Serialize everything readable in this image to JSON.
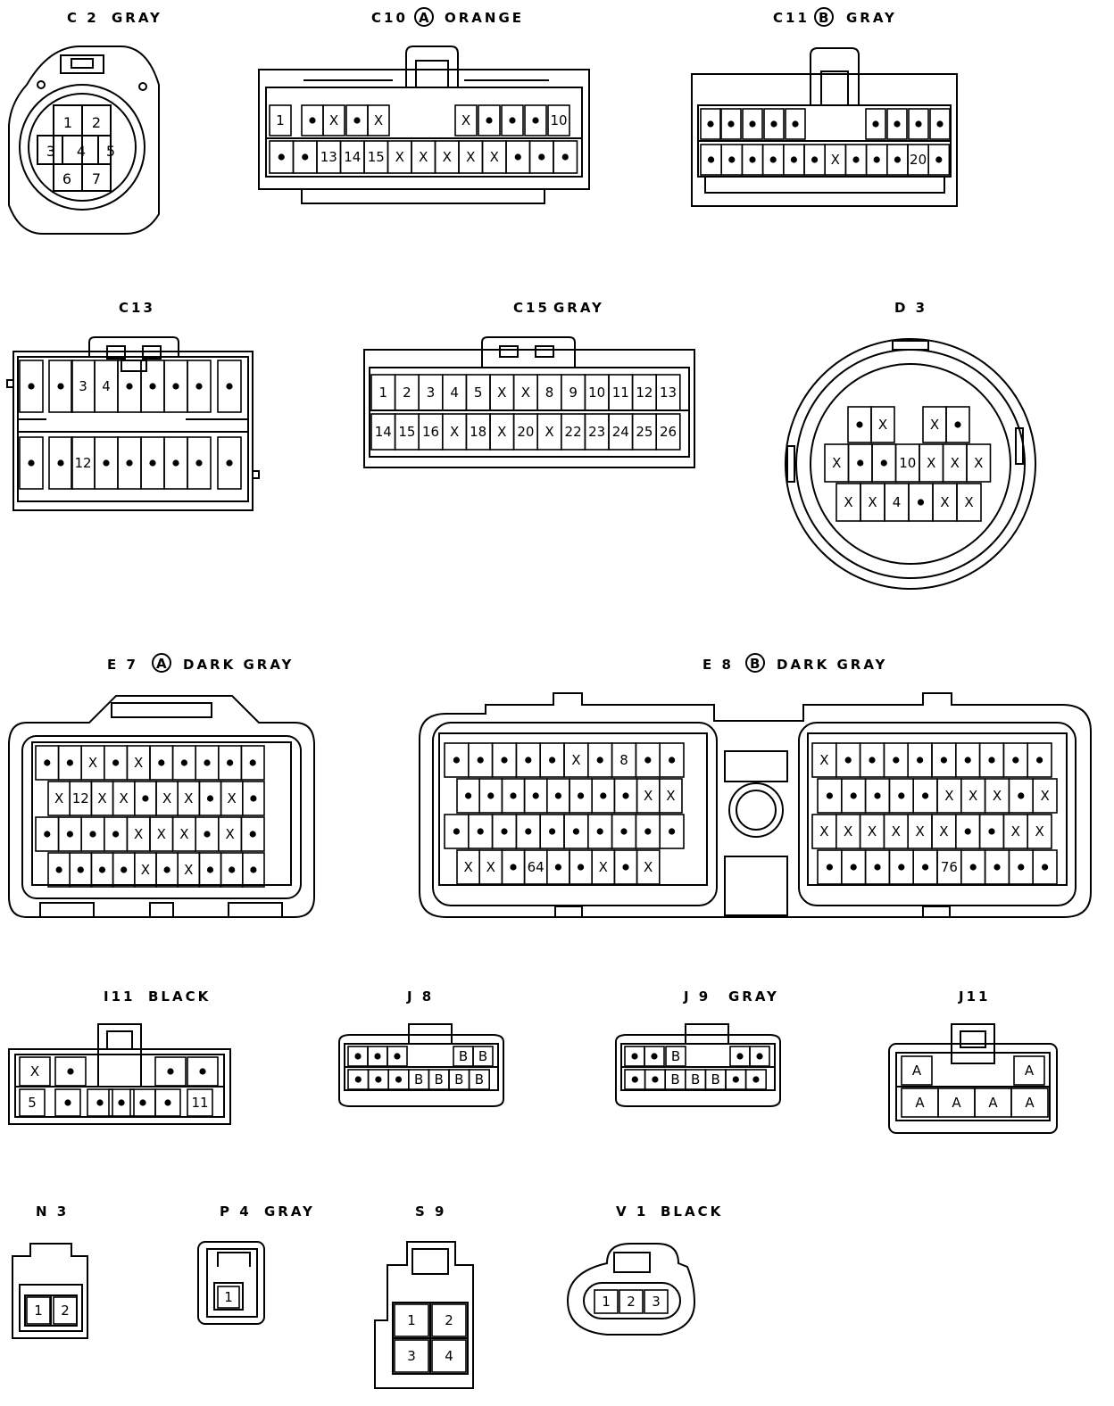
{
  "connectors": {
    "c2": {
      "code": "C 2",
      "color": "GRAY",
      "rows": [
        [
          "1",
          "2"
        ],
        [
          "3",
          "4",
          "5"
        ],
        [
          "6",
          "7"
        ]
      ]
    },
    "c10": {
      "code": "C10",
      "variant": "A",
      "color": "ORANGE",
      "row1": [
        "1",
        "•",
        "X",
        "•",
        "X",
        "X",
        "•",
        "•",
        "•",
        "10"
      ],
      "row2": [
        "•",
        "•",
        "13",
        "14",
        "15",
        "X",
        "X",
        "X",
        "X",
        "X",
        "•",
        "•",
        "•"
      ]
    },
    "c11": {
      "code": "C11",
      "variant": "B",
      "color": "GRAY",
      "row1": [
        "•",
        "•",
        "•",
        "•",
        "•",
        "•",
        "•",
        "•",
        "•"
      ],
      "row2": [
        "•",
        "•",
        "•",
        "•",
        "•",
        "•",
        "X",
        "•",
        "•",
        "•",
        "20",
        "•"
      ]
    },
    "c13": {
      "code": "C13",
      "color": "",
      "row1": [
        "•",
        "•",
        "3",
        "4",
        "•",
        "•",
        "•",
        "•",
        "•"
      ],
      "row2": [
        "•",
        "•",
        "12",
        "•",
        "•",
        "•",
        "•",
        "•",
        "•"
      ]
    },
    "c15": {
      "code": "C15",
      "color": "GRAY",
      "row1": [
        "1",
        "2",
        "3",
        "4",
        "5",
        "X",
        "X",
        "8",
        "9",
        "10",
        "11",
        "12",
        "13"
      ],
      "row2": [
        "14",
        "15",
        "16",
        "X",
        "18",
        "X",
        "20",
        "X",
        "22",
        "23",
        "24",
        "25",
        "26"
      ]
    },
    "d3": {
      "code": "D 3",
      "color": "",
      "row1": [
        "•",
        "X",
        "X",
        "•"
      ],
      "row2": [
        "X",
        "•",
        "•",
        "10",
        "X",
        "X",
        "X"
      ],
      "row3": [
        "X",
        "X",
        "4",
        "•",
        "X",
        "X"
      ]
    },
    "e7": {
      "code": "E 7",
      "variant": "A",
      "color": "DARK GRAY",
      "rows": [
        [
          "•",
          "•",
          "X",
          "•",
          "X",
          "•",
          "•",
          "•",
          "•",
          "•"
        ],
        [
          "X",
          "12",
          "X",
          "X",
          "•",
          "X",
          "X",
          "•",
          "X",
          "•"
        ],
        [
          "•",
          "•",
          "•",
          "•",
          "X",
          "X",
          "X",
          "•",
          "X",
          "•"
        ],
        [
          "•",
          "•",
          "•",
          "•",
          "X",
          "•",
          "X",
          "•",
          "•",
          "•"
        ]
      ]
    },
    "e8": {
      "code": "E 8",
      "variant": "B",
      "color": "DARK GRAY",
      "left": [
        [
          "•",
          "•",
          "•",
          "•",
          "•",
          "X",
          "•",
          "8",
          "•",
          "•"
        ],
        [
          "•",
          "•",
          "•",
          "•",
          "•",
          "•",
          "•",
          "•",
          "X",
          "X"
        ],
        [
          "•",
          "•",
          "•",
          "•",
          "•",
          "•",
          "•",
          "•",
          "•",
          "•"
        ],
        [
          "X",
          "X",
          "•",
          "64",
          "•",
          "•",
          "X",
          "•",
          "X"
        ]
      ],
      "right": [
        [
          "X",
          "•",
          "•",
          "•",
          "•",
          "•",
          "•",
          "•",
          "•",
          "•"
        ],
        [
          "•",
          "•",
          "•",
          "•",
          "•",
          "X",
          "X",
          "X",
          "•",
          "X"
        ],
        [
          "X",
          "X",
          "X",
          "X",
          "X",
          "X",
          "•",
          "•",
          "X",
          "X"
        ],
        [
          "•",
          "•",
          "•",
          "•",
          "•",
          "76",
          "•",
          "•",
          "•",
          "•"
        ]
      ]
    },
    "i11": {
      "code": "I11",
      "color": "BLACK",
      "row1": [
        "X",
        "•",
        "•",
        "•"
      ],
      "row2": [
        "5",
        "•",
        "•",
        "•",
        "•",
        "•",
        "11"
      ]
    },
    "j8": {
      "code": "J 8",
      "color": "",
      "row1": [
        "•",
        "•",
        "•",
        "B",
        "B"
      ],
      "row2": [
        "•",
        "•",
        "•",
        "B",
        "B",
        "B",
        "B"
      ]
    },
    "j9": {
      "code": "J 9",
      "color": "GRAY",
      "row1": [
        "•",
        "•",
        "B",
        "•",
        "•"
      ],
      "row2": [
        "•",
        "•",
        "B",
        "B",
        "B",
        "•",
        "•"
      ]
    },
    "j11": {
      "code": "J11",
      "color": "",
      "row1": [
        "A",
        "A"
      ],
      "row2": [
        "A",
        "A",
        "A",
        "A"
      ]
    },
    "n3": {
      "code": "N 3",
      "color": "",
      "pins": [
        "1",
        "2"
      ]
    },
    "p4": {
      "code": "P 4",
      "color": "GRAY",
      "pins": [
        "1"
      ]
    },
    "s9": {
      "code": "S 9",
      "color": "",
      "pins": [
        "1",
        "2",
        "3",
        "4"
      ]
    },
    "v1": {
      "code": "V 1",
      "color": "BLACK",
      "pins": [
        "1",
        "2",
        "3"
      ]
    }
  }
}
